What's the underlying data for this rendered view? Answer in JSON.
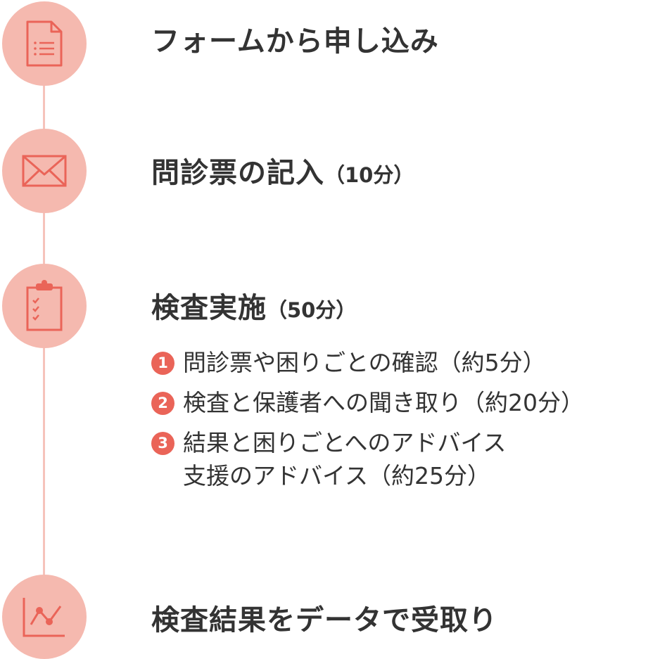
{
  "steps": [
    {
      "title": "フォームから申し込み",
      "duration": "",
      "icon": "document-icon"
    },
    {
      "title": "問診票の記入",
      "duration": "（10分）",
      "icon": "envelope-icon"
    },
    {
      "title": "検査実施",
      "duration": "（50分）",
      "icon": "clipboard-checklist-icon",
      "substeps": [
        {
          "number": "1",
          "lines": [
            "問診票や困りごとの確認（約5分）"
          ]
        },
        {
          "number": "2",
          "lines": [
            "検査と保護者への聞き取り（約20分）"
          ]
        },
        {
          "number": "3",
          "lines": [
            "結果と困りごとへのアドバイス",
            "支援のアドバイス（約25分）"
          ]
        }
      ]
    },
    {
      "title": "検査結果をデータで受取り",
      "duration": "",
      "icon": "line-chart-icon"
    }
  ],
  "colors": {
    "circle_fill": "#f5b9af",
    "icon_stroke": "#ea6458",
    "timeline": "#f6c3bb",
    "number_badge": "#ea6458",
    "text": "#333333"
  }
}
